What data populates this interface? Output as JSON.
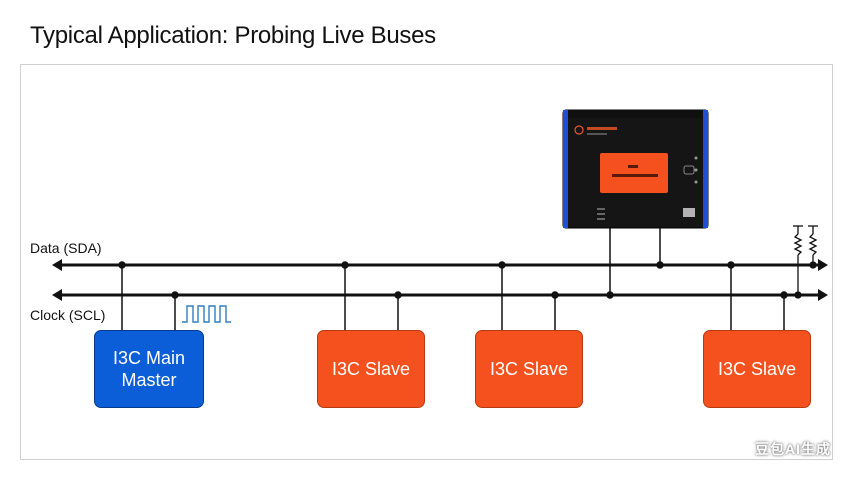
{
  "title": "Typical Application: Probing Live Buses",
  "buses": {
    "sda_label": "Data (SDA)",
    "scl_label": "Clock (SCL)"
  },
  "master": {
    "line1": "I3C Main",
    "line2": "Master"
  },
  "slaves": [
    {
      "label": "I3C Slave"
    },
    {
      "label": "I3C Slave"
    },
    {
      "label": "I3C Slave"
    }
  ],
  "watermark": "豆包AI生成",
  "colors": {
    "master": "#0b5ed7",
    "slave": "#f4511e",
    "analyzer_body": "#151515",
    "analyzer_trim": "#1f4fd8",
    "analyzer_screen": "#f4511e",
    "bus": "#111111",
    "clock_wave": "#2f7fc1"
  },
  "icons": {
    "analyzer": "protocol-analyzer-device",
    "pullup": "pull-up-resistor-icon",
    "clock": "clock-waveform-icon"
  }
}
